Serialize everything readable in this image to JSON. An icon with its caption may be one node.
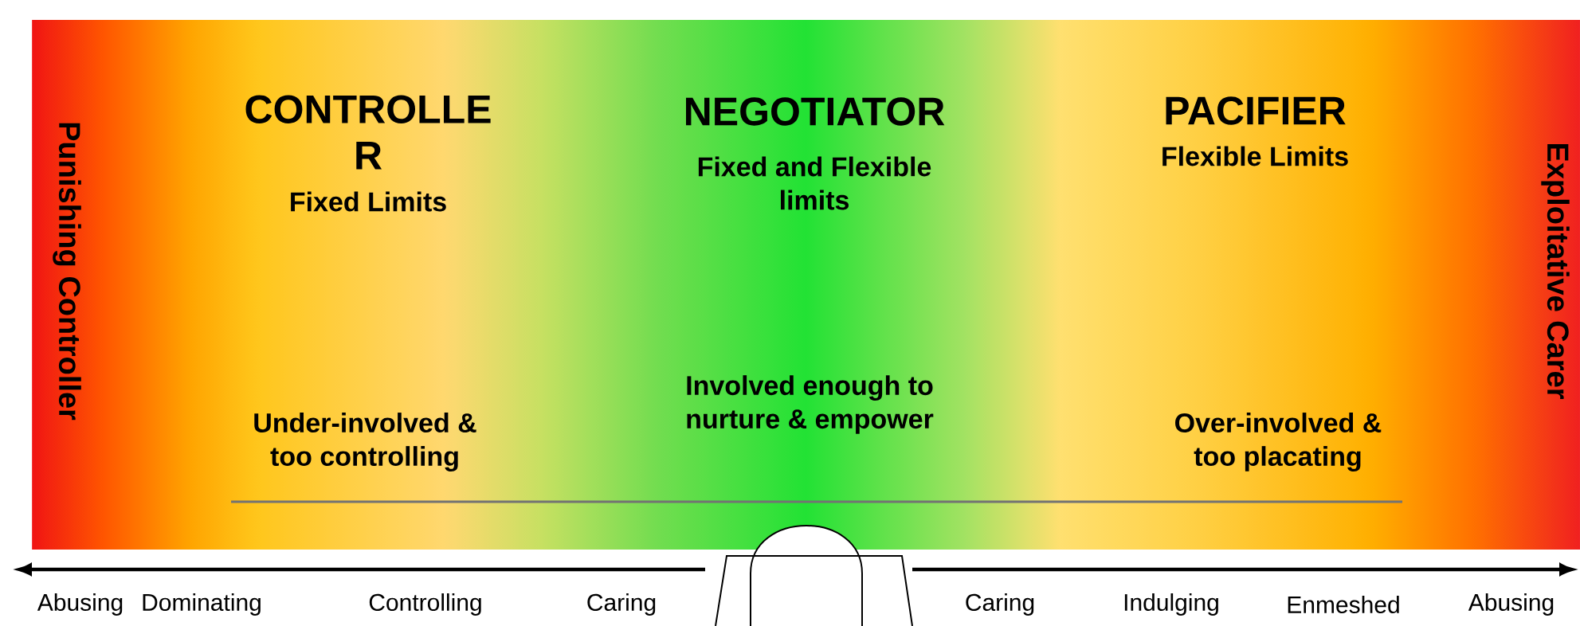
{
  "diagram": {
    "labels": [
      "Punishing Controller",
      "CONTROLLE R",
      "Fixed Limits",
      "NEGOTIATOR",
      "Fixed and Flexible limits",
      "PACIFIER",
      "Flexible Limits",
      "Exploitative Carer",
      "Under-involved & too controlling",
      "Involved enough to nurture & empower",
      "Over-involved & too placating",
      "Abusing",
      "Dominating",
      "Controlling",
      "Caring",
      "Caring",
      "Indulging",
      "Enmeshed",
      "Abusing"
    ]
  }
}
